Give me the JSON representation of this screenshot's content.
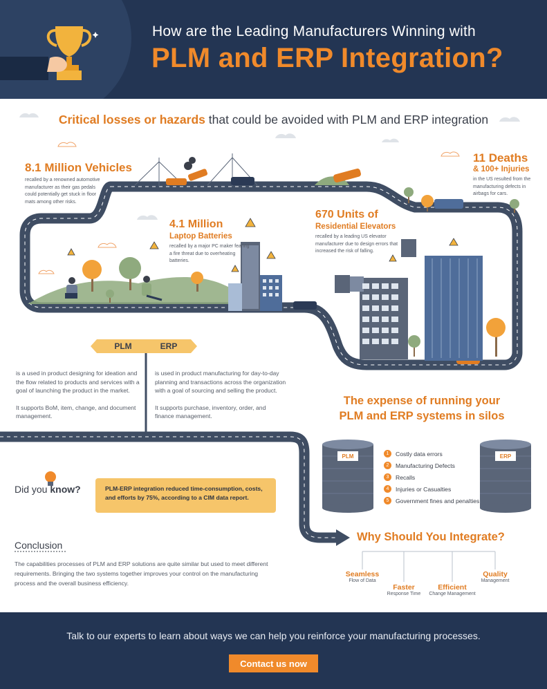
{
  "header": {
    "title_line1": "How are the Leading Manufacturers Winning with",
    "title_line2": "PLM and ERP Integration?"
  },
  "losses": {
    "heading_highlight": "Critical losses or hazards",
    "heading_rest": " that could be avoided with PLM and ERP integration",
    "vehicles": {
      "title": "8.1 Million Vehicles",
      "desc": "recalled by a renowned automotive manufacturer as their gas pedals could potentially get stuck in floor mats among other risks."
    },
    "batteries": {
      "title": "4.1 Million",
      "subtitle": "Laptop Batteries",
      "desc": "recalled by a major PC maker fearing a fire threat due to overheating batteries."
    },
    "elevators": {
      "title": "670 Units of",
      "subtitle": "Residential Elevators",
      "desc": "recalled by a leading US elevator manufacturer due to design errors that increased the risk of falling."
    },
    "deaths": {
      "title": "11 Deaths",
      "subtitle": "& 100+ Injuries",
      "desc": "in the US resulted from the manufacturing defects in airbags for cars."
    }
  },
  "compare": {
    "plm_label": "PLM",
    "erp_label": "ERP",
    "plm_p1": "is a used in product designing for ideation and the flow related to products and services with a goal of launching the product in the market.",
    "plm_p2": "It supports BoM, item, change, and document management.",
    "erp_p1": "is used in product manufacturing for day-to-day planning and transactions across the organization with a goal of sourcing and selling the product.",
    "erp_p2": "It supports purchase, inventory, order, and finance management."
  },
  "expense": {
    "title_line1": "The expense of running your",
    "title_line2": "PLM and ERP systems in silos",
    "silo_left": "PLM",
    "silo_right": "ERP",
    "items": [
      {
        "num": "1",
        "label": "Costly data errors"
      },
      {
        "num": "2",
        "label": "Manufacturing Defects"
      },
      {
        "num": "3",
        "label": "Recalls"
      },
      {
        "num": "4",
        "label": "Injuries or Casualties"
      },
      {
        "num": "5",
        "label": "Government fines and penalties"
      }
    ]
  },
  "didyouknow": {
    "prefix": "Did you",
    "emphasis": "know?",
    "fact": "PLM-ERP integration reduced time-consumption, costs, and efforts by 75%, according to a CIM data report."
  },
  "why": {
    "title": "Why Should You Integrate?",
    "items": [
      {
        "title": "Seamless",
        "sub": "Flow of Data"
      },
      {
        "title": "Faster",
        "sub": "Response Time"
      },
      {
        "title": "Efficient",
        "sub": "Change Management"
      },
      {
        "title": "Quality",
        "sub": "Management"
      }
    ]
  },
  "conclusion": {
    "title": "Conclusion",
    "text": "The capabilities processes of PLM and ERP solutions are quite similar but used to meet different requirements. Bringing the two systems together improves your control on the manufacturing process and the overall business efficiency."
  },
  "footer": {
    "text": "Talk to our experts to learn about ways we can help you reinforce your manufacturing processes.",
    "cta": "Contact us now"
  },
  "colors": {
    "navy": "#233553",
    "orange": "#f08a2b",
    "road": "#3f4d63",
    "yellow_box": "#f6c56a"
  },
  "icons": [
    "trophy-icon",
    "warning-icon",
    "lightbulb-icon",
    "database-icon",
    "arrow-right-icon"
  ]
}
